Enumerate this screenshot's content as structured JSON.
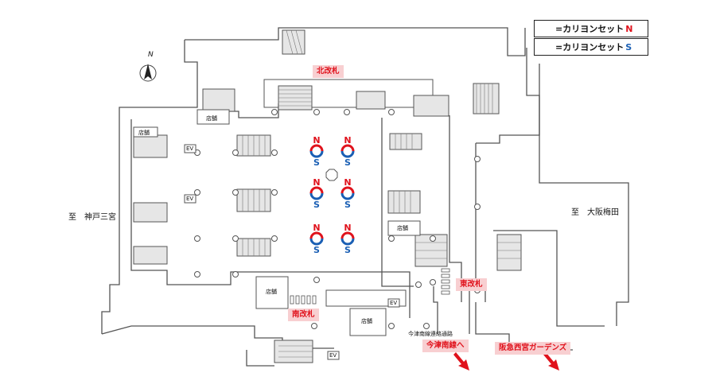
{
  "legend": {
    "north": {
      "prefix": "=カリヨンセット",
      "letter": "N",
      "color": "#e0121c"
    },
    "south": {
      "prefix": "=カリヨンセット",
      "letter": "S",
      "color": "#1a5fb4"
    }
  },
  "compass": {
    "label": "N"
  },
  "gates": {
    "north": "北改札",
    "east": "東改札",
    "south": "南改札"
  },
  "directions": {
    "kobe": "至　神戸三宮",
    "umeda": "至　大阪梅田"
  },
  "destinations": {
    "imazu": "今津南線へ",
    "gardens": "阪急西宮ガーデンズ"
  },
  "connector_label": "今津南線連絡通路",
  "shop_label": "店舗",
  "ev_label": "EV",
  "set_letters": {
    "north": "N",
    "south": "S"
  },
  "colors": {
    "accent_red": "#e0121c",
    "accent_blue": "#1a5fb4",
    "badge_bg": "#f8cfd1"
  }
}
